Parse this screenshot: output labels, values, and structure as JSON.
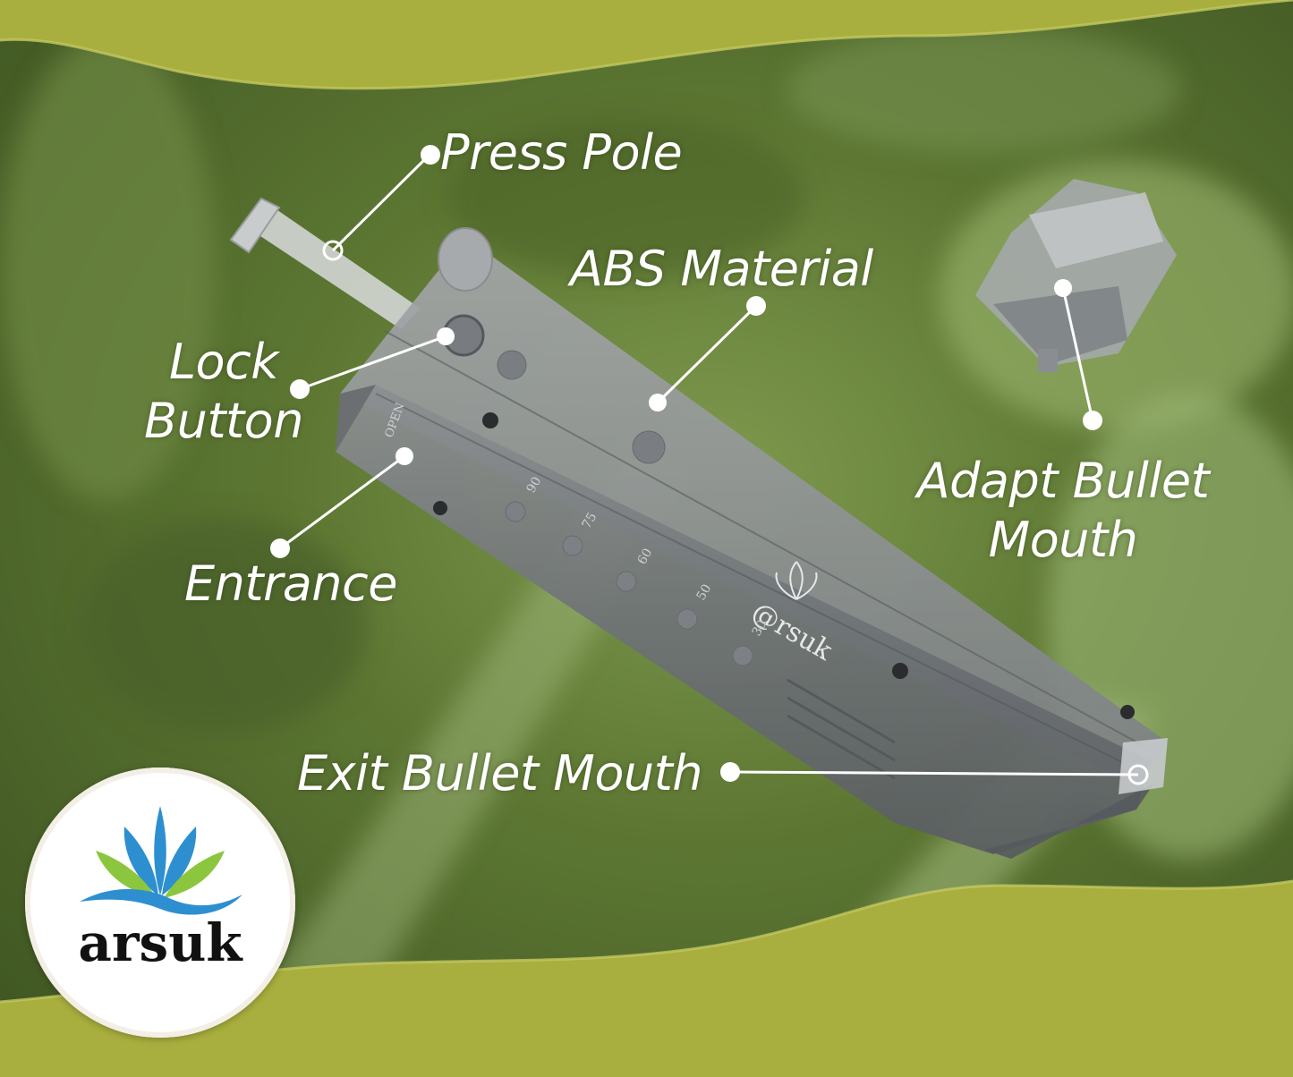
{
  "labels": {
    "press_pole": "Press Pole",
    "abs_material": "ABS Material",
    "lock_button": "Lock\nButton",
    "entrance": "Entrance",
    "adapt_bullet_mouth": "Adapt Bullet\nMouth",
    "exit_bullet_mouth": "Exit Bullet Mouth"
  },
  "product_printing": {
    "brand_mark": "@rsuk",
    "capacity_marks": [
      "90",
      "75",
      "60",
      "50",
      "30"
    ],
    "side_text": "OPEN"
  },
  "logo": {
    "text": "arsuk"
  },
  "colors": {
    "band": "#a9af3e",
    "background_green": "#5f7a32",
    "label_text": "#ffffff",
    "logo_blue": "#2d8fd0",
    "logo_green": "#8cc63f"
  },
  "icons": {
    "callout_dot": "white-circle-dot",
    "logo_leaves": "leaf-fan-icon"
  }
}
